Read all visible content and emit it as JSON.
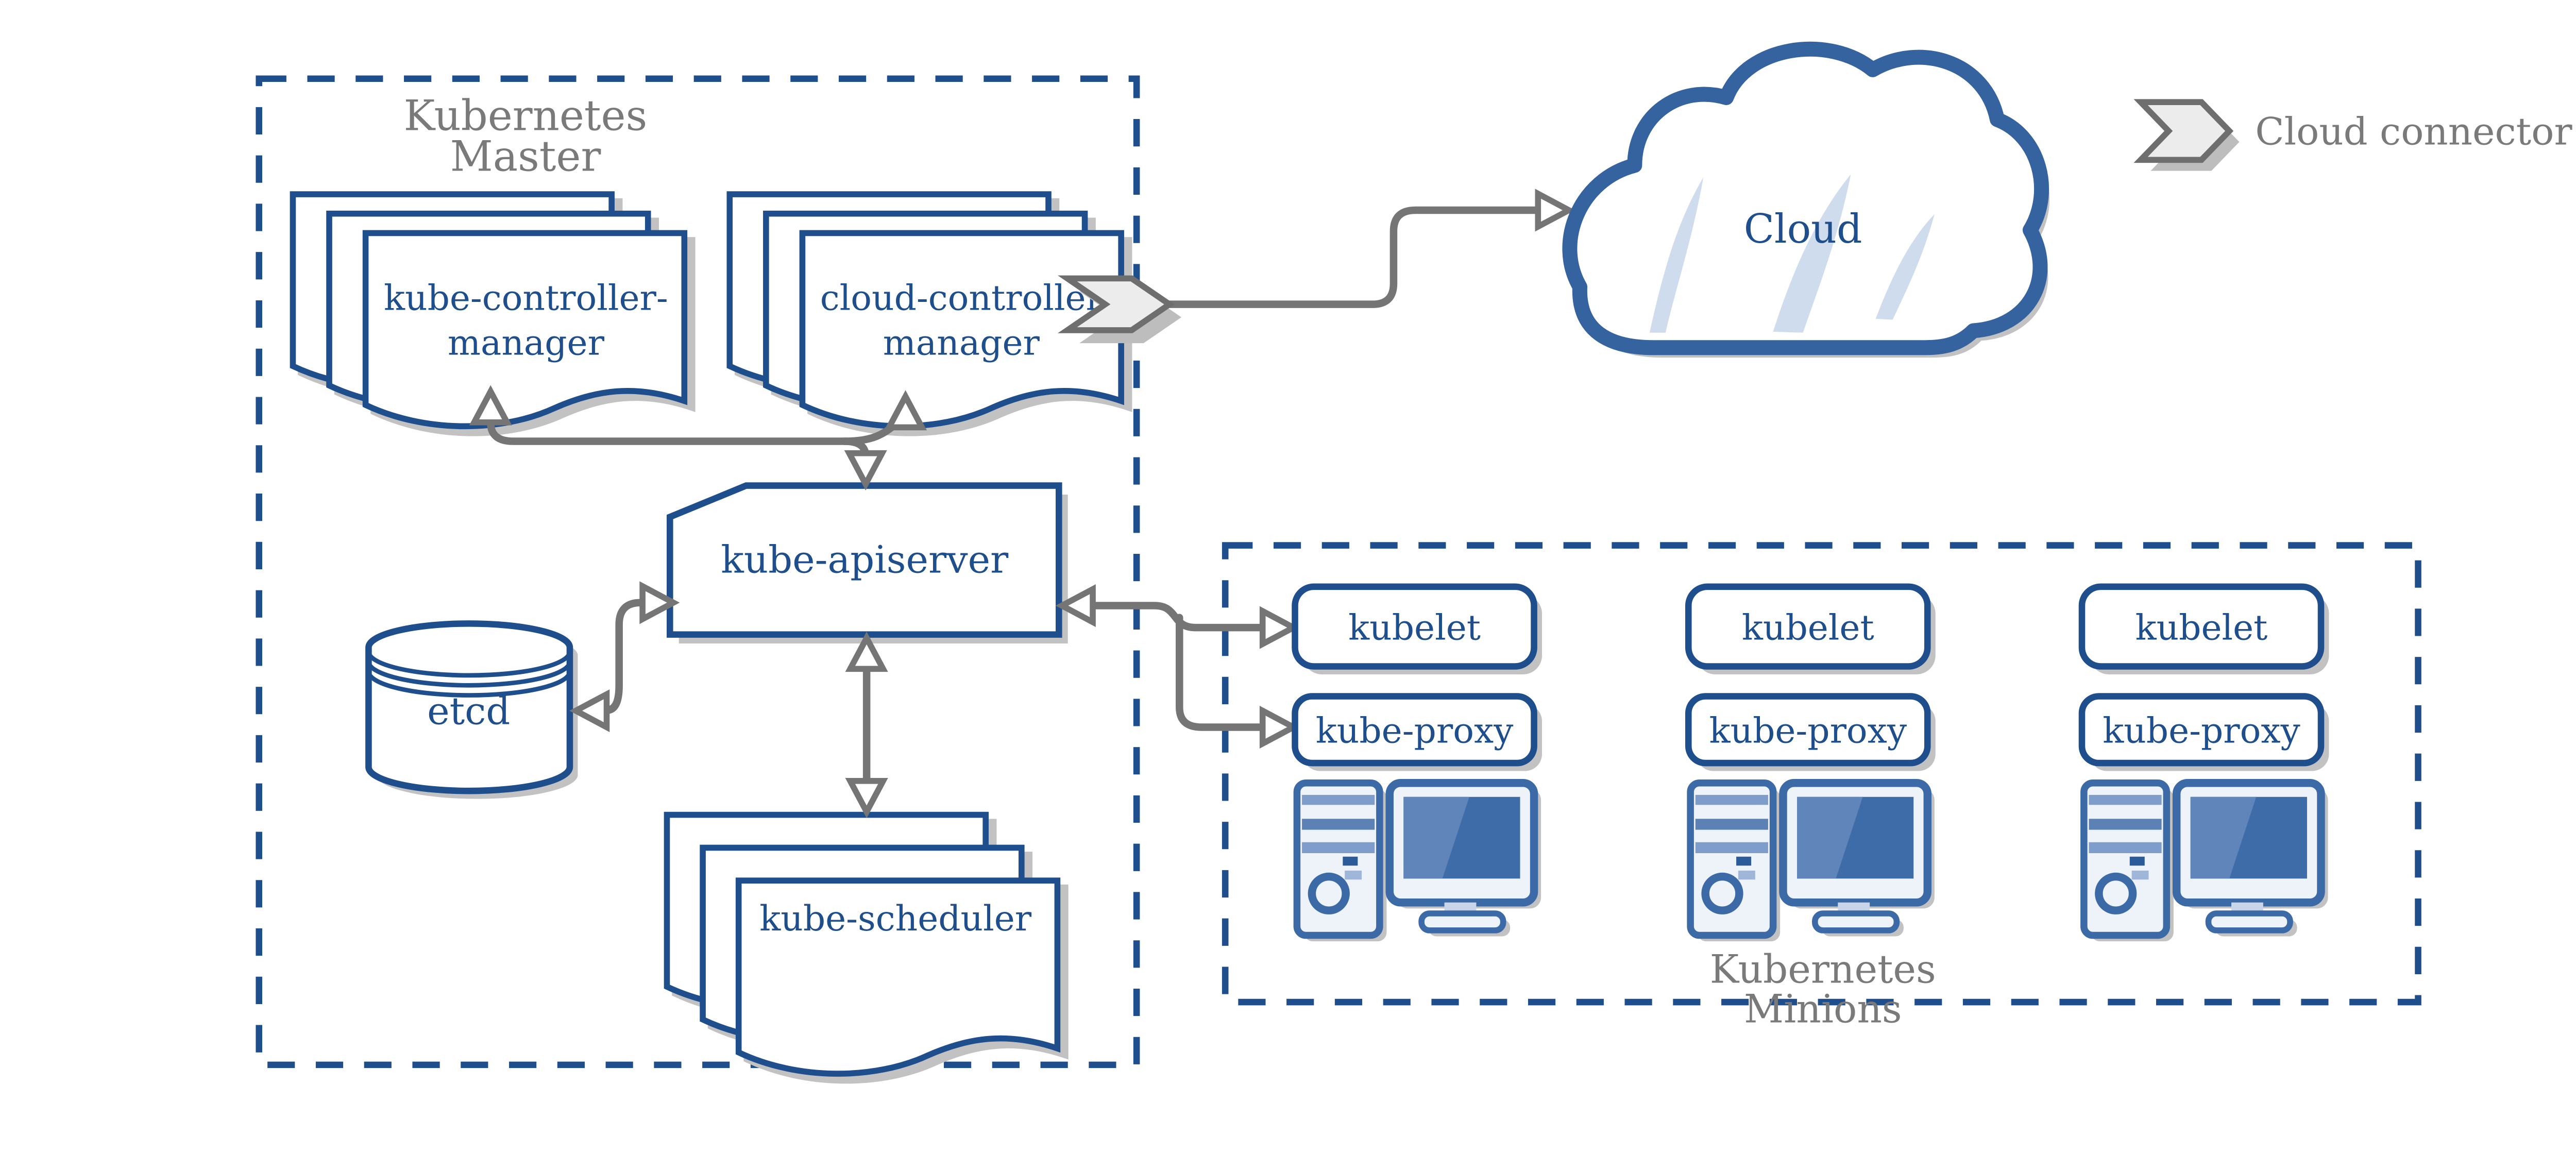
{
  "master": {
    "title_lines": [
      "Kubernetes",
      "Master"
    ],
    "kube_controller_manager": {
      "lines": [
        "kube-controller-",
        "manager"
      ]
    },
    "cloud_controller_manager": {
      "lines": [
        "cloud-controller",
        "manager"
      ]
    },
    "kube_apiserver": {
      "label": "kube-apiserver"
    },
    "etcd": {
      "label": "etcd"
    },
    "kube_scheduler": {
      "label": "kube-scheduler"
    }
  },
  "cloud": {
    "label": "Cloud"
  },
  "legend": {
    "cloud_connector_label": "Cloud connector"
  },
  "minions": {
    "title_lines": [
      "Kubernetes",
      "Minions"
    ],
    "nodes": [
      {
        "kubelet": "kubelet",
        "kube_proxy": "kube-proxy"
      },
      {
        "kubelet": "kubelet",
        "kube_proxy": "kube-proxy"
      },
      {
        "kubelet": "kubelet",
        "kube_proxy": "kube-proxy"
      }
    ]
  },
  "colors": {
    "navy": "#1f4e8c",
    "icon_blue": "#3c6aa6",
    "cloud_border_blue": "#35639f",
    "screen_blue": "#3e6ca8",
    "screen_highlight_blue": "#5f85bb",
    "light_fill": "#eef3fa",
    "streak_blue": "#cfdcee",
    "connector_gray": "#757575",
    "label_gray": "#7a7a7a",
    "shadow_gray": "#c2c2c2",
    "chevron_fill": "#ececec"
  }
}
